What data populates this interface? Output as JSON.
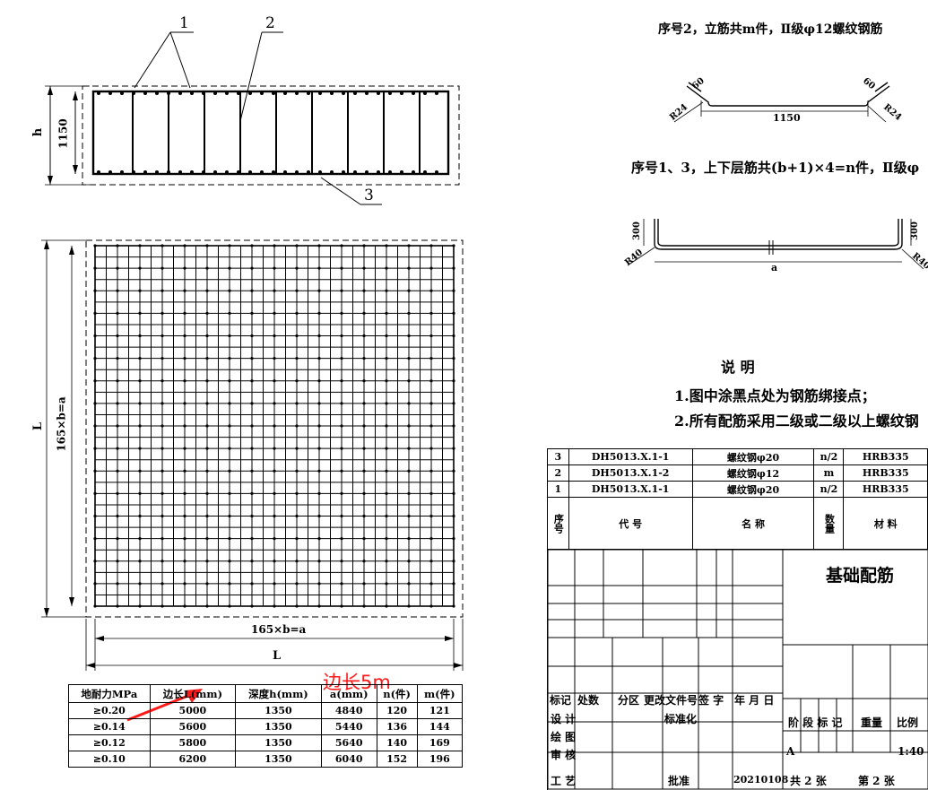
{
  "drawing": {
    "section_labels": {
      "item1": "1",
      "item2": "2",
      "item3": "3"
    },
    "section_dims": {
      "h": "h",
      "height": "1150"
    },
    "plan_dims": {
      "L_vertical": "L",
      "inner_vertical": "165×b=a",
      "inner_horizontal": "165×b=a",
      "L_horizontal": "L"
    },
    "annotation": "边长5m"
  },
  "rebar_details": {
    "item2_title": "序号2，立筋共m件，Ⅱ级φ12螺纹钢筋",
    "item2_dims": {
      "hook": "60",
      "radius": "R24",
      "length": "1150"
    },
    "item13_title": "序号1、3，上下层筋共(b+1)×4=n件，Ⅱ级φ",
    "item13_dims": {
      "leg": "300",
      "radius": "R40",
      "length": "a"
    }
  },
  "notes": {
    "heading": "说  明",
    "items": [
      "1.图中涂黑点处为钢筋绑接点；",
      "2.所有配筋采用二级或二级以上螺纹钢"
    ]
  },
  "load_table": {
    "headers": [
      "地耐力MPa",
      "边长L(mm)",
      "深度h(mm)",
      "a(mm)",
      "n(件)",
      "m(件)"
    ],
    "rows": [
      [
        "≥0.20",
        "5000",
        "1350",
        "4840",
        "120",
        "121"
      ],
      [
        "≥0.14",
        "5600",
        "1350",
        "5440",
        "136",
        "144"
      ],
      [
        "≥0.12",
        "5800",
        "1350",
        "5640",
        "140",
        "169"
      ],
      [
        "≥0.10",
        "6200",
        "1350",
        "6040",
        "152",
        "196"
      ]
    ]
  },
  "bom": {
    "rows": [
      [
        "3",
        "DH5013.X.1-1",
        "螺纹钢φ20",
        "n/2",
        "HRB335"
      ],
      [
        "2",
        "DH5013.X.1-2",
        "螺纹钢φ12",
        "m",
        "HRB335"
      ],
      [
        "1",
        "DH5013.X.1-1",
        "螺纹钢φ20",
        "n/2",
        "HRB335"
      ]
    ],
    "header": {
      "seq": "序号",
      "code": "代  号",
      "name": "名  称",
      "qty": "数量",
      "material": "材  料"
    }
  },
  "title_block": {
    "title": "基础配筋",
    "rev_headers": [
      "标记",
      "处数",
      "分区",
      "更改文件号",
      "签 字",
      "年 月 日"
    ],
    "roles": [
      "设 计",
      "绘 图",
      "审 核",
      "工 艺"
    ],
    "standardize": "标准化",
    "approve": "批准",
    "date": "20210108",
    "stage_label": "阶 段 标 记",
    "weight_label": "重量",
    "scale_label": "比例",
    "stage_value": "A",
    "scale_value": "1:40",
    "sheets_total": "共 2 张",
    "sheet_no": "第 2 张"
  }
}
